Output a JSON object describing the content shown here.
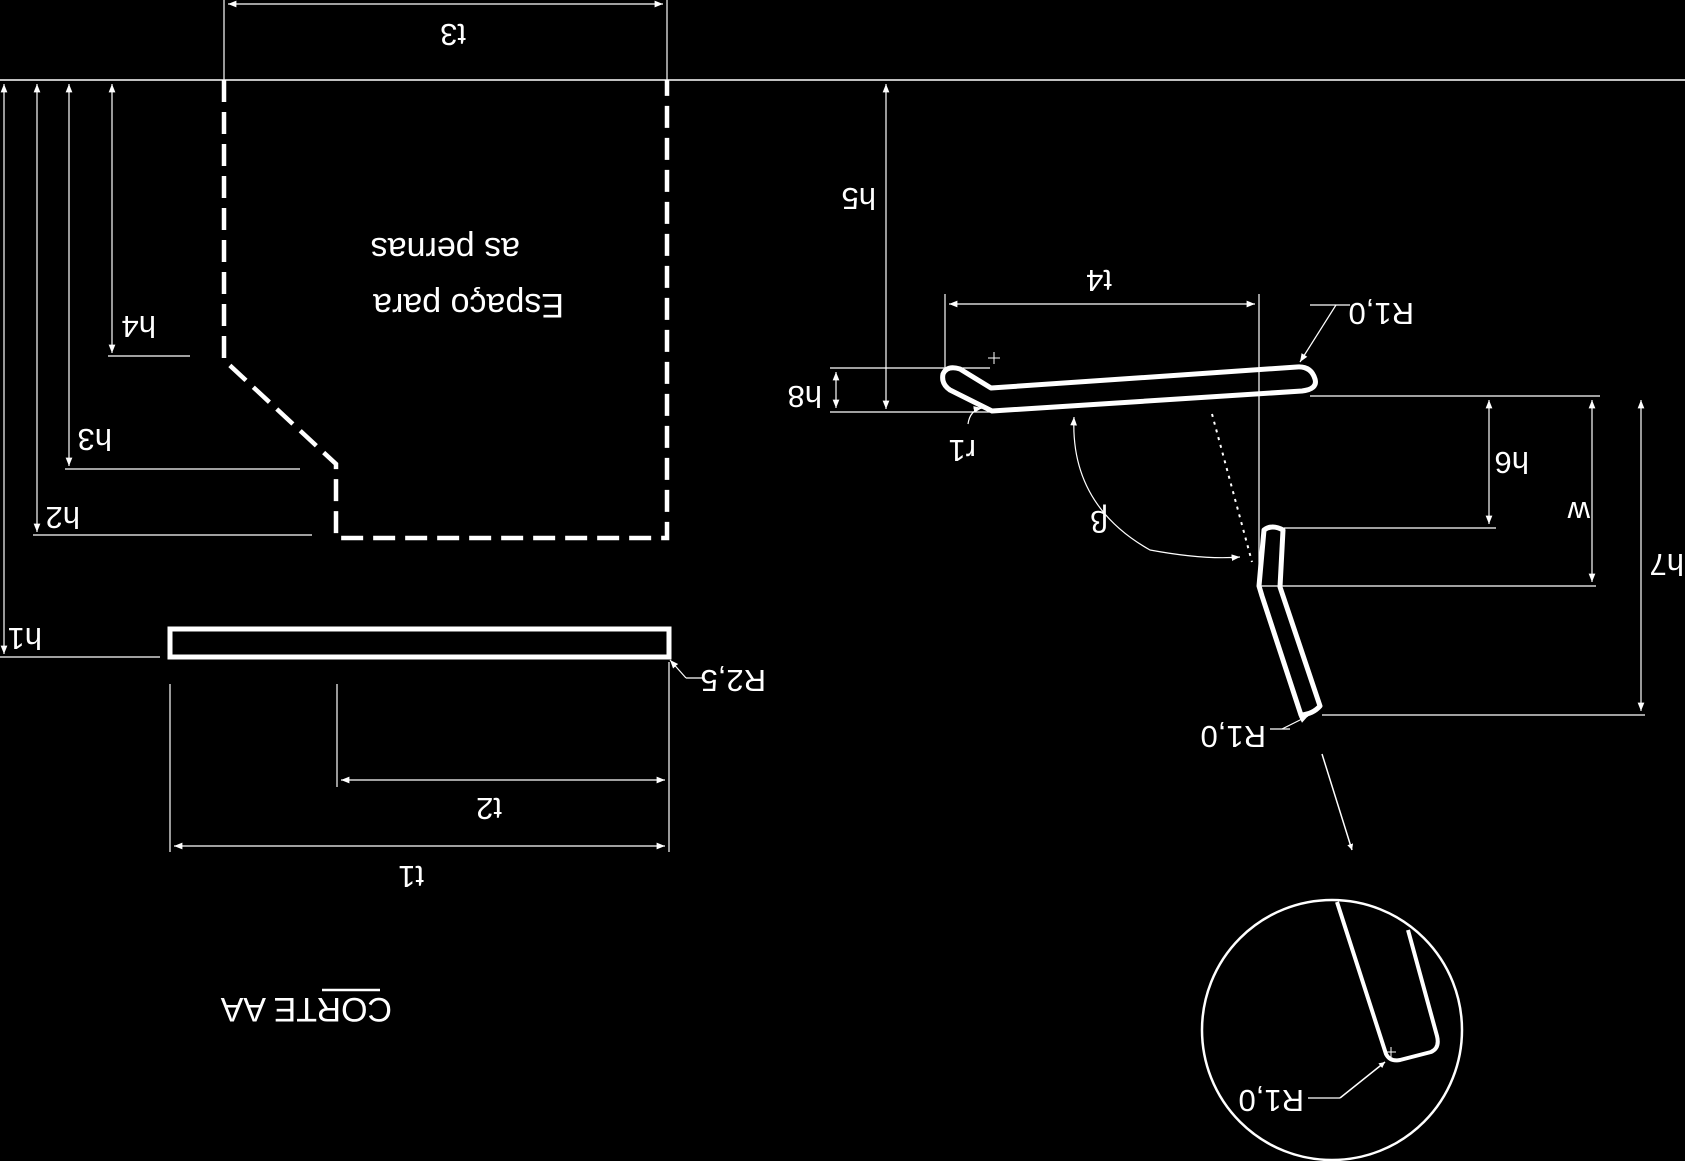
{
  "colors": {
    "background": "#000000",
    "ink": "#ffffff"
  },
  "leg_space": {
    "line1": "Espaço para",
    "line2": "as pernas"
  },
  "section_title": "CORTE AA",
  "dimensions": {
    "h1": "h1",
    "h2": "h2",
    "h3": "h3",
    "h4": "h4",
    "h5": "h5",
    "h6": "h6",
    "h7": "h7",
    "h8": "h8",
    "t1": "t1",
    "t2": "t2",
    "t3": "t3",
    "t4": "t4",
    "w": "w",
    "beta": "β",
    "r1": "r1"
  },
  "radii": {
    "seat_plate": "R2,5",
    "seat_front": "R1,0",
    "back_bottom": "R1,0",
    "detail": "R1,0"
  }
}
